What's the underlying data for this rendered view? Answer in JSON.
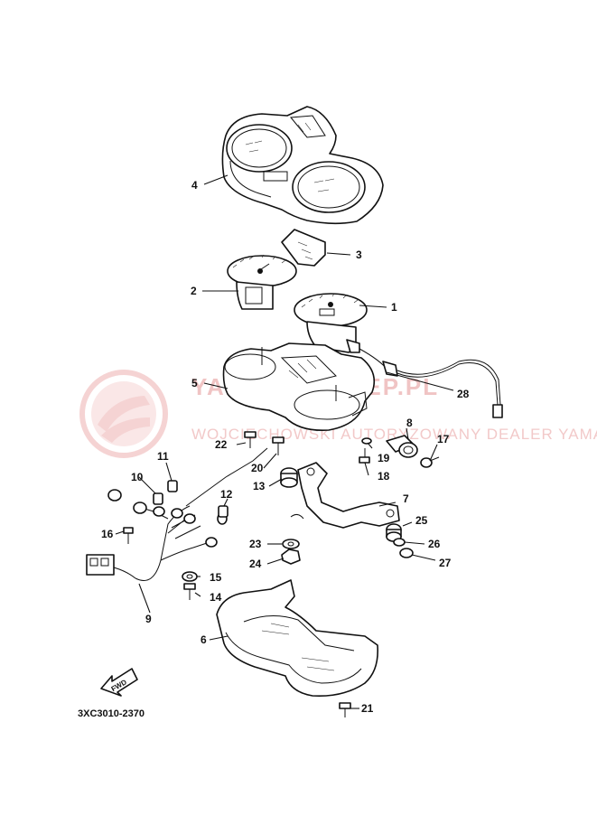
{
  "diagram_code": "3XC3010-2370",
  "fwd_label": "FWD",
  "watermark": {
    "line1": "YAMAHA-SKLEP.PL",
    "line2": "WOJCIECHOWSKI AUTORYZOWANY DEALER YAMAHA"
  },
  "colors": {
    "ink": "#111111",
    "watermark": "#f0c4c4",
    "background": "#ffffff"
  },
  "parts": [
    {
      "id": "p1",
      "number": "1"
    },
    {
      "id": "p2",
      "number": "2"
    },
    {
      "id": "p3",
      "number": "3"
    },
    {
      "id": "p4",
      "number": "4"
    },
    {
      "id": "p5",
      "number": "5"
    },
    {
      "id": "p6",
      "number": "6"
    },
    {
      "id": "p7",
      "number": "7"
    },
    {
      "id": "p8",
      "number": "8"
    },
    {
      "id": "p9",
      "number": "9"
    },
    {
      "id": "p10",
      "number": "10"
    },
    {
      "id": "p11",
      "number": "11"
    },
    {
      "id": "p12",
      "number": "12"
    },
    {
      "id": "p13",
      "number": "13"
    },
    {
      "id": "p14",
      "number": "14"
    },
    {
      "id": "p15",
      "number": "15"
    },
    {
      "id": "p16",
      "number": "16"
    },
    {
      "id": "p17",
      "number": "17"
    },
    {
      "id": "p18",
      "number": "18"
    },
    {
      "id": "p19",
      "number": "19"
    },
    {
      "id": "p20",
      "number": "20"
    },
    {
      "id": "p21",
      "number": "21"
    },
    {
      "id": "p22",
      "number": "22"
    },
    {
      "id": "p23",
      "number": "23"
    },
    {
      "id": "p24",
      "number": "24"
    },
    {
      "id": "p25",
      "number": "25"
    },
    {
      "id": "p26",
      "number": "26"
    },
    {
      "id": "p27",
      "number": "27"
    },
    {
      "id": "p28",
      "number": "28"
    }
  ]
}
